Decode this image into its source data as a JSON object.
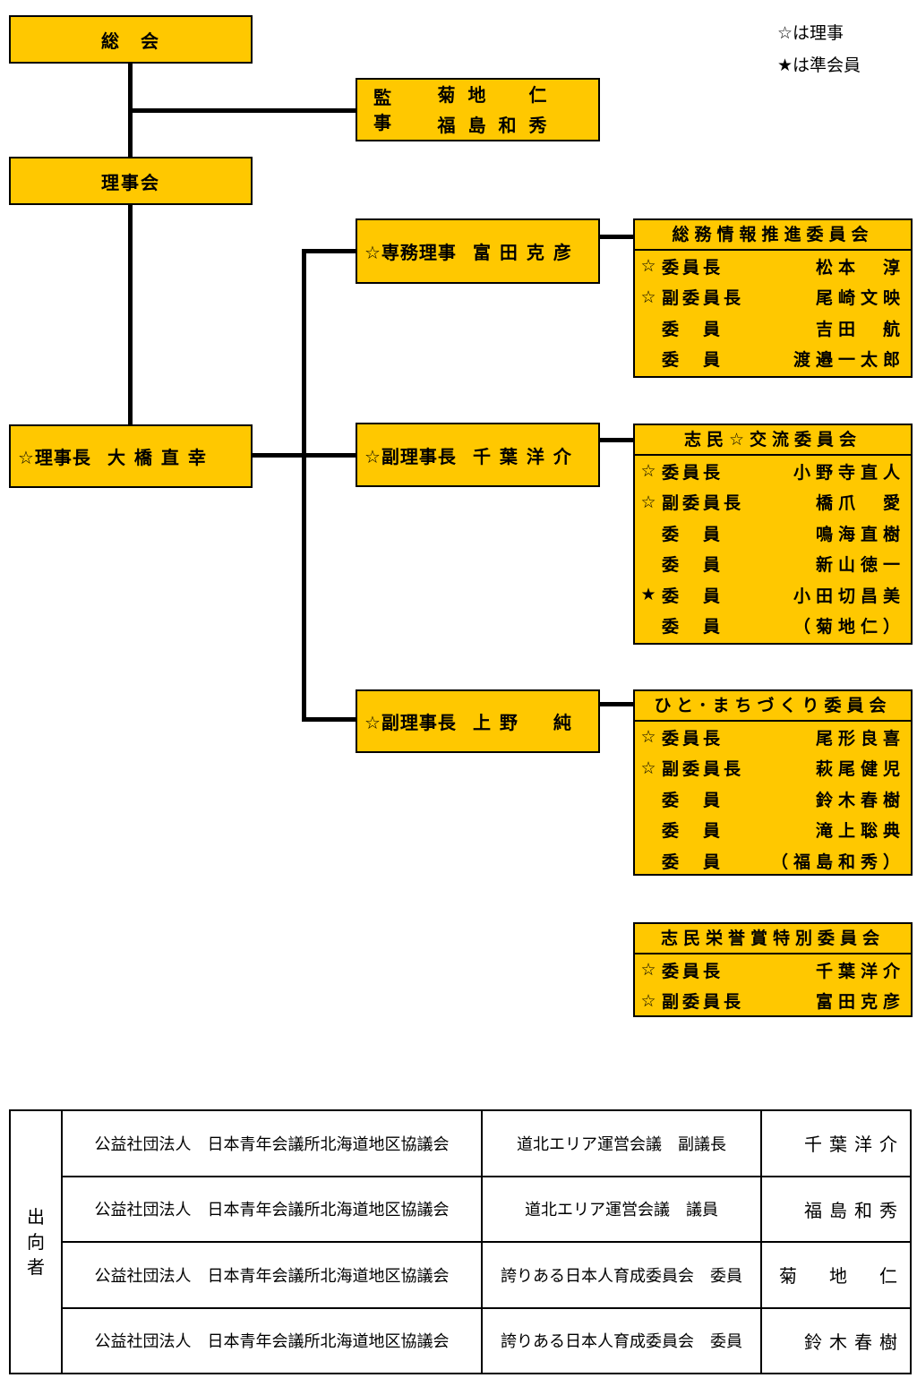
{
  "legend": [
    "☆は理事",
    "★は準会員"
  ],
  "general_assembly": "総　会",
  "auditor": {
    "label": "監事",
    "names": [
      "菊地　仁",
      "福島和秀"
    ]
  },
  "board": "理事会",
  "president": {
    "title": "☆理事長",
    "name": "大橋直幸"
  },
  "officers": [
    {
      "title": "☆専務理事",
      "name": "富田克彦"
    },
    {
      "title": "☆副理事長",
      "name": "千葉洋介"
    },
    {
      "title": "☆副理事長",
      "name": "上野　純"
    }
  ],
  "committees": [
    {
      "title": "総務情報推進委員会",
      "members": [
        {
          "mark": "☆",
          "role": "委員長",
          "name": "松本　淳"
        },
        {
          "mark": "☆",
          "role": "副委員長",
          "name": "尾崎文映"
        },
        {
          "mark": "",
          "role": "委　員",
          "name": "吉田　航"
        },
        {
          "mark": "",
          "role": "委　員",
          "name": "渡邉一太郎"
        }
      ]
    },
    {
      "title": "志民☆交流委員会",
      "members": [
        {
          "mark": "☆",
          "role": "委員長",
          "name": "小野寺直人"
        },
        {
          "mark": "☆",
          "role": "副委員長",
          "name": "橋爪　愛"
        },
        {
          "mark": "",
          "role": "委　員",
          "name": "鳴海直樹"
        },
        {
          "mark": "",
          "role": "委　員",
          "name": "新山徳一"
        },
        {
          "mark": "★",
          "role": "委　員",
          "name": "小田切昌美"
        },
        {
          "mark": "",
          "role": "委　員",
          "name": "（菊地仁）"
        }
      ]
    },
    {
      "title": "ひと･まちづくり委員会",
      "members": [
        {
          "mark": "☆",
          "role": "委員長",
          "name": "尾形良喜"
        },
        {
          "mark": "☆",
          "role": "副委員長",
          "name": "萩尾健児"
        },
        {
          "mark": "",
          "role": "委　員",
          "name": "鈴木春樹"
        },
        {
          "mark": "",
          "role": "委　員",
          "name": "滝上聡典"
        },
        {
          "mark": "",
          "role": "委　員",
          "name": "（福島和秀）"
        }
      ]
    },
    {
      "title": "志民栄誉賞特別委員会",
      "members": [
        {
          "mark": "☆",
          "role": "委員長",
          "name": "千葉洋介"
        },
        {
          "mark": "☆",
          "role": "副委員長",
          "name": "富田克彦"
        }
      ]
    }
  ],
  "secondees": {
    "label": "出向者",
    "rows": [
      {
        "org": "公益社団法人　日本青年会議所北海道地区協議会",
        "position": "道北エリア運営会議　副議長",
        "name": "千葉洋介"
      },
      {
        "org": "公益社団法人　日本青年会議所北海道地区協議会",
        "position": "道北エリア運営会議　議員",
        "name": "福島和秀"
      },
      {
        "org": "公益社団法人　日本青年会議所北海道地区協議会",
        "position": "誇りある日本人育成委員会　委員",
        "name": "菊　地　仁"
      },
      {
        "org": "公益社団法人　日本青年会議所北海道地区協議会",
        "position": "誇りある日本人育成委員会　委員",
        "name": "鈴木春樹"
      }
    ]
  }
}
